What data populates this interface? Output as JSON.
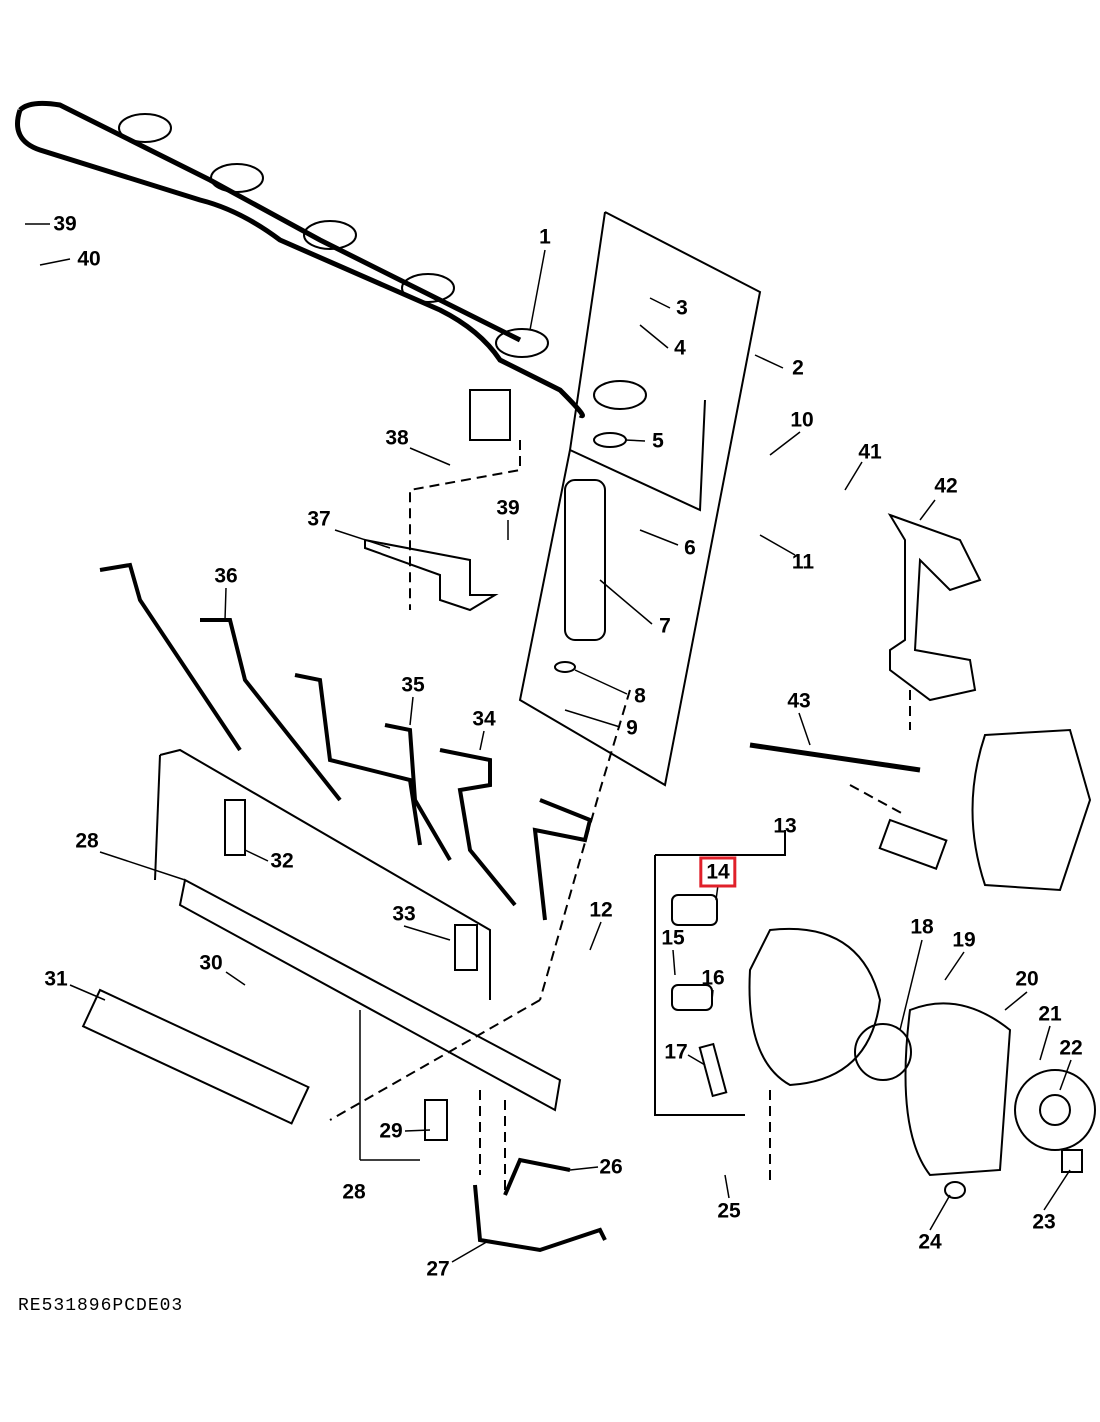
{
  "diagram": {
    "reference_code": "RE531896PCDE03",
    "highlight_color": "#e0202a",
    "highlighted_callout": "14",
    "callouts": [
      "1",
      "2",
      "3",
      "4",
      "5",
      "6",
      "7",
      "8",
      "9",
      "10",
      "11",
      "12",
      "13",
      "14",
      "15",
      "16",
      "17",
      "18",
      "19",
      "20",
      "21",
      "22",
      "23",
      "24",
      "25",
      "26",
      "27",
      "28",
      "28",
      "29",
      "30",
      "31",
      "32",
      "33",
      "34",
      "35",
      "36",
      "37",
      "38",
      "39",
      "39",
      "40",
      "41",
      "42",
      "43"
    ]
  }
}
